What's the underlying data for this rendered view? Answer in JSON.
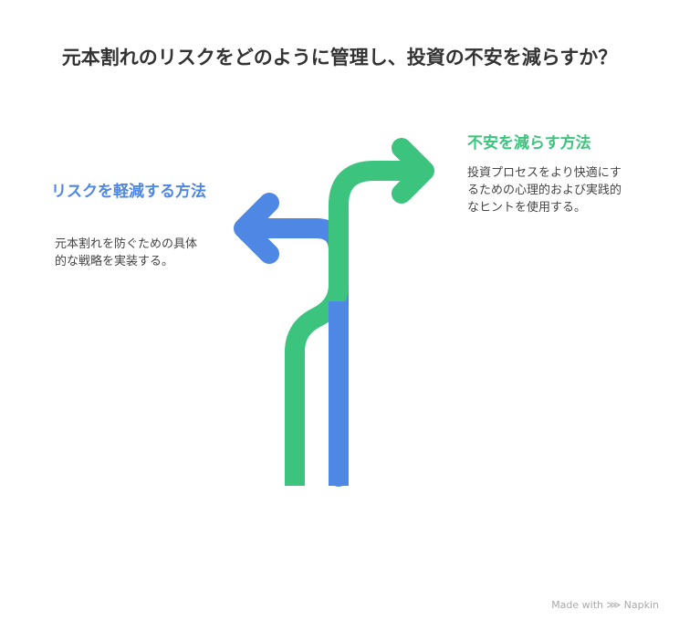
{
  "title": "元本割れのリスクをどのように管理し、投資の不安を減らすか？",
  "left": {
    "heading": "リスクを軽減する方法",
    "description": "元本割れを防ぐための具体的な戦略を実装する。",
    "color": "#4F87E4"
  },
  "right": {
    "heading": "不安を減らす方法",
    "description": "投資プロセスをより快適にするための心理的および実践的なヒントを使用する。",
    "color": "#3CC47E"
  },
  "footer": "Made with ⋙ Napkin"
}
